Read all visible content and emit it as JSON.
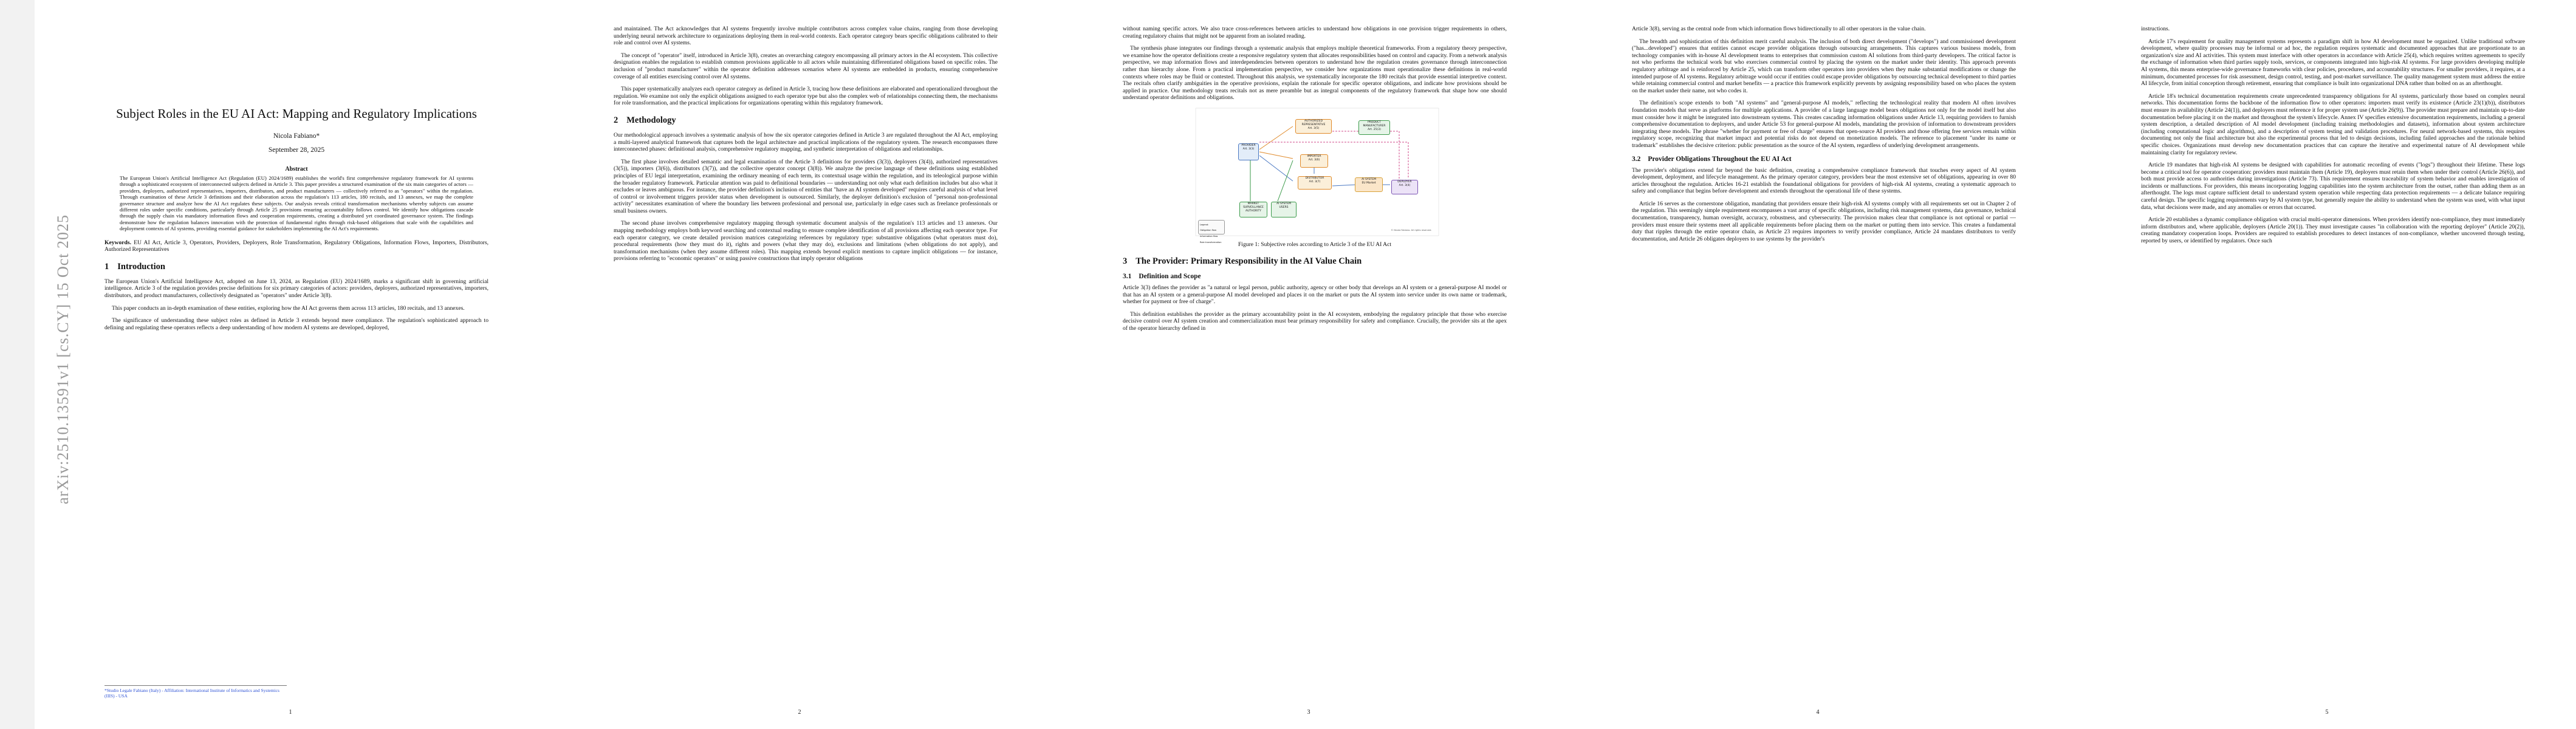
{
  "arxiv_stamp": "arXiv:2510.13591v1  [cs.CY]  15 Oct 2025",
  "page1": {
    "title": "Subject Roles in the EU AI Act: Mapping and Regulatory Implications",
    "author": "Nicola Fabiano*",
    "date": "September 28, 2025",
    "abstract_heading": "Abstract",
    "abstract": "The European Union's Artificial Intelligence Act (Regulation (EU) 2024/1689) establishes the world's first comprehensive regulatory framework for AI systems through a sophisticated ecosystem of interconnected subjects defined in Article 3. This paper provides a structured examination of the six main categories of actors — providers, deployers, authorized representatives, importers, distributors, and product manufacturers — collectively referred to as \"operators\" within the regulation. Through examination of these Article 3 definitions and their elaboration across the regulation's 113 articles, 180 recitals, and 13 annexes, we map the complete governance structure and analyze how the AI Act regulates these subjects. Our analysis reveals critical transformation mechanisms whereby subjects can assume different roles under specific conditions, particularly through Article 25 provisions ensuring accountability follows control. We identify how obligations cascade through the supply chain via mandatory information flows and cooperation requirements, creating a distributed yet coordinated governance system. The findings demonstrate how the regulation balances innovation with the protection of fundamental rights through risk-based obligations that scale with the capabilities and deployment contexts of AI systems, providing essential guidance for stakeholders implementing the AI Act's requirements.",
    "keywords_label": "Keywords.",
    "keywords": "EU AI Act, Article 3, Operators, Providers, Deployers, Role Transformation, Regulatory Obligations, Information Flows, Importers, Distributors, Authorized Representatives",
    "section_num": "1",
    "section_title": "Introduction",
    "paras": [
      "The European Union's Artificial Intelligence Act, adopted on June 13, 2024, as Regulation (EU) 2024/1689, marks a significant shift in governing artificial intelligence. Article 3 of the regulation provides precise definitions for six primary categories of actors: providers, deployers, authorized representatives, importers, distributors, and product manufacturers, collectively designated as \"operators\" under Article 3(8).",
      "This paper conducts an in-depth examination of these entities, exploring how the AI Act governs them across 113 articles, 180 recitals, and 13 annexes.",
      "The significance of understanding these subject roles as defined in Article 3 extends beyond mere compliance. The regulation's sophisticated approach to defining and regulating these operators reflects a deep understanding of how modern AI systems are developed, deployed,"
    ],
    "footnote": "*Studio Legale Fabiano (Italy) - Affiliation: International Institute of Informatics and Systemics (IIIS) - USA",
    "page_number": "1"
  },
  "page2": {
    "paras_top": [
      "and maintained. The Act acknowledges that AI systems frequently involve multiple contributors across complex value chains, ranging from those developing underlying neural network architecture to organizations deploying them in real-world contexts. Each operator category bears specific obligations calibrated to their role and control over AI systems.",
      "The concept of \"operator\" itself, introduced in Article 3(8), creates an overarching category encompassing all primary actors in the AI ecosystem. This collective designation enables the regulation to establish common provisions applicable to all actors while maintaining differentiated obligations based on specific roles. The inclusion of \"product manufacturer\" within the operator definition addresses scenarios where AI systems are embedded in products, ensuring comprehensive coverage of all entities exercising control over AI systems.",
      "This paper systematically analyzes each operator category as defined in Article 3, tracing how these definitions are elaborated and operationalized throughout the regulation. We examine not only the explicit obligations assigned to each operator type but also the complex web of relationships connecting them, the mechanisms for role transformation, and the practical implications for organizations operating within this regulatory framework."
    ],
    "section_num": "2",
    "section_title": "Methodology",
    "paras": [
      "Our methodological approach involves a systematic analysis of how the six operator categories defined in Article 3 are regulated throughout the AI Act, employing a multi-layered analytical framework that captures both the legal architecture and practical implications of the regulatory system. The research encompasses three interconnected phases: definitional analysis, comprehensive regulatory mapping, and synthetic interpretation of obligations and relationships.",
      "The first phase involves detailed semantic and legal examination of the Article 3 definitions for providers (3(3)), deployers (3(4)), authorized representatives (3(5)), importers (3(6)), distributors (3(7)), and the collective operator concept (3(8)). We analyze the precise language of these definitions using established principles of EU legal interpretation, examining the ordinary meaning of each term, its contextual usage within the regulation, and its teleological purpose within the broader regulatory framework. Particular attention was paid to definitional boundaries — understanding not only what each definition includes but also what it excludes or leaves ambiguous. For instance, the provider definition's inclusion of entities that \"have an AI system developed\" requires careful analysis of what level of control or involvement triggers provider status when development is outsourced. Similarly, the deployer definition's exclusion of \"personal non-professional activity\" necessitates examination of where the boundary lies between professional and personal use, particularly in edge cases such as freelance professionals or small business owners.",
      "The second phase involves comprehensive regulatory mapping through systematic document analysis of the regulation's 113 articles and 13 annexes. Our mapping methodology employs both keyword searching and contextual reading to ensure complete identification of all provisions affecting each operator type. For each operator category, we create detailed provision matrices categorizing references by regulatory type: substantive obligations (what operators must do), procedural requirements (how they must do it), rights and powers (what they may do), exclusions and limitations (when obligations do not apply), and transformation mechanisms (when they assume different roles). This mapping extends beyond explicit mentions to capture implicit obligations — for instance, provisions referring to \"economic operators\" or using passive constructions that imply operator obligations"
    ],
    "page_number": "2"
  },
  "page3": {
    "paras_top": [
      "without naming specific actors. We also trace cross-references between articles to understand how obligations in one provision trigger requirements in others, creating regulatory chains that might not be apparent from an isolated reading.",
      "The synthesis phase integrates our findings through a systematic analysis that employs multiple theoretical frameworks. From a regulatory theory perspective, we examine how the operator definitions create a responsive regulatory system that allocates responsibilities based on control and capacity. From a network analysis perspective, we map information flows and interdependencies between operators to understand how the regulation creates governance through interconnection rather than hierarchy alone. From a practical implementation perspective, we consider how organizations must operationalize these definitions in real-world contexts where roles may be fluid or contested. Throughout this analysis, we systematically incorporate the 180 recitals that provide essential interpretive context. The recitals often clarify ambiguities in the operative provisions, explain the rationale for specific operator obligations, and indicate how provisions should be applied in practice. Our methodology treats recitals not as mere preamble but as integral components of the regulatory framework that shape how one should understand operator definitions and obligations."
    ],
    "figure": {
      "nodes": [
        {
          "label": "PROVIDER\nArt. 3(3)"
        },
        {
          "label": "AUTHORIZED\nREPRESENTATIVE\nArt. 3(5)"
        },
        {
          "label": "IMPORTER\nArt. 3(6)"
        },
        {
          "label": "DISTRIBUTOR\nArt. 3(7)"
        },
        {
          "label": "DEPLOYER\nArt. 3(4)"
        },
        {
          "label": "PRODUCT\nMANUFACTURER\nArt. 25(3)"
        },
        {
          "label": "MARKET\nSURVEILLANCE\nAUTHORITY"
        },
        {
          "label": "AI SYSTEM\nUSERS"
        },
        {
          "label": "AI SYSTEM\nEU Market"
        }
      ],
      "legend": [
        "Legend:",
        "Obligation flow",
        "Information flow",
        "Role transformation"
      ],
      "credit": "© Nicola Fabiano. All rights reserved."
    },
    "caption": "Figure 1: Subjective roles according to Article 3 of the EU AI Act",
    "section_num": "3",
    "section_title": "The Provider: Primary Responsibility in the AI Value Chain",
    "subsection_num": "3.1",
    "subsection_title": "Definition and Scope",
    "paras": [
      "Article 3(3) defines the provider as \"a natural or legal person, public authority, agency or other body that develops an AI system or a general-purpose AI model or that has an AI system or a general-purpose AI model developed and places it on the market or puts the AI system into service under its own name or trademark, whether for payment or free of charge\".",
      "This definition establishes the provider as the primary accountability point in the AI ecosystem, embodying the regulatory principle that those who exercise decisive control over AI system creation and commercialization must bear primary responsibility for safety and compliance. Crucially, the provider sits at the apex of the operator hierarchy defined in"
    ],
    "page_number": "3"
  },
  "page4": {
    "paras_top": [
      "Article 3(8), serving as the central node from which information flows bidirectionally to all other operators in the value chain.",
      "The breadth and sophistication of this definition merit careful analysis. The inclusion of both direct development (\"develops\") and commissioned development (\"has...developed\") ensures that entities cannot escape provider obligations through outsourcing arrangements. This captures various business models, from technology companies with in-house AI development teams to enterprises that commission custom AI solutions from third-party developers. The critical factor is not who performs the technical work but who exercises commercial control by placing the system on the market under their identity. This approach prevents regulatory arbitrage and is reinforced by Article 25, which can transform other operators into providers when they make substantial modifications or change the intended purpose of AI systems. Regulatory arbitrage would occur if entities could escape provider obligations by outsourcing technical development to third parties while retaining commercial control and market benefits — a practice this framework explicitly prevents by assigning responsibility based on who places the system on the market under their name, not who codes it.",
      "The definition's scope extends to both \"AI systems\" and \"general-purpose AI models,\" reflecting the technological reality that modern AI often involves foundation models that serve as platforms for multiple applications. A provider of a large language model bears obligations not only for the model itself but also must consider how it might be integrated into downstream systems. This creates cascading information obligations under Article 13, requiring providers to furnish comprehensive documentation to deployers, and under Article 53 for general-purpose AI models, mandating the provision of information to downstream providers integrating these models. The phrase \"whether for payment or free of charge\" ensures that open-source AI providers and those offering free services remain within regulatory scope, recognizing that market impact and potential risks do not depend on monetization models. The reference to placement \"under its name or trademark\" establishes the decisive criterion: public presentation as the source of the AI system, regardless of underlying development arrangements."
    ],
    "subsection_num": "3.2",
    "subsection_title": "Provider Obligations Throughout the EU AI Act",
    "paras": [
      "The provider's obligations extend far beyond the basic definition, creating a comprehensive compliance framework that touches every aspect of AI system development, deployment, and lifecycle management. As the primary operator category, providers bear the most extensive set of obligations, appearing in over 80 articles throughout the regulation. Articles 16-21 establish the foundational obligations for providers of high-risk AI systems, creating a systematic approach to safety and compliance that begins before development and extends throughout the operational life of these systems.",
      "Article 16 serves as the cornerstone obligation, mandating that providers ensure their high-risk AI systems comply with all requirements set out in Chapter 2 of the regulation. This seemingly simple requirement encompasses a vast array of specific obligations, including risk management systems, data governance, technical documentation, transparency, human oversight, accuracy, robustness, and cybersecurity. The provision makes clear that compliance is not optional or partial — providers must ensure their systems meet all applicable requirements before placing them on the market or putting them into service. This creates a fundamental duty that ripples through the entire operator chain, as Article 23 requires importers to verify provider compliance, Article 24 mandates distributors to verify documentation, and Article 26 obligates deployers to use systems by the provider's"
    ],
    "page_number": "4"
  },
  "page5": {
    "paras_top": [
      "instructions.",
      "Article 17's requirement for quality management systems represents a paradigm shift in how AI development must be organized. Unlike traditional software development, where quality processes may be informal or ad hoc, the regulation requires systematic and documented approaches that are proportionate to an organization's size and AI activities. This system must interface with other operators in accordance with Article 25(4), which requires written agreements to specify the exchange of information when third parties supply tools, services, or components integrated into high-risk AI systems. For large providers developing multiple AI systems, this means enterprise-wide governance frameworks with clear policies, procedures, and accountability structures. For smaller providers, it requires, at a minimum, documented processes for risk assessment, design control, testing, and post-market surveillance. The quality management system must address the entire AI lifecycle, from initial conception through retirement, ensuring that compliance is built into organizational DNA rather than bolted on as an afterthought.",
      "Article 18's technical documentation requirements create unprecedented transparency obligations for AI systems, particularly those based on complex neural networks. This documentation forms the backbone of the information flow to other operators: importers must verify its existence (Article 23(1)(b)), distributors must ensure its availability (Article 24(1)), and deployers must reference it for proper system use (Article 26(9)). The provider must prepare and maintain up-to-date documentation before placing it on the market and throughout the system's lifecycle. Annex IV specifies extensive documentation requirements, including a general system description, a detailed description of AI model development (including training methodologies and datasets), information about system architecture (including computational logic and algorithms), and a description of system testing and validation procedures. For neural network-based systems, this requires documenting not only the final architecture but also the experimental process that led to design decisions, including failed approaches and the rationale behind specific choices. Organizations must develop new documentation practices that can capture the iterative and experimental nature of AI development while maintaining clarity for regulatory review.",
      "Article 19 mandates that high-risk AI systems be designed with capabilities for automatic recording of events (\"logs\") throughout their lifetime. These logs become a critical tool for operator cooperation: providers must maintain them (Article 19), deployers must retain them when under their control (Article 26(6)), and both must provide access to authorities during investigations (Article 73). This requirement ensures traceability of system behavior and enables investigation of incidents or malfunctions. For providers, this means incorporating logging capabilities into the system architecture from the outset, rather than adding them as an afterthought. The logs must capture sufficient detail to understand system operation while respecting data protection requirements — a delicate balance requiring careful design. The specific logging requirements vary by AI system type, but generally require the ability to understand when the system was used, with what input data, what decisions were made, and any anomalies or errors that occurred.",
      "Article 20 establishes a dynamic compliance obligation with crucial multi-operator dimensions. When providers identify non-compliance, they must immediately inform distributors and, where applicable, deployers (Article 20(1)). They must investigate causes \"in collaboration with the reporting deployer\" (Article 20(2)), creating mandatory cooperation loops. Providers are required to establish procedures to detect instances of non-compliance, whether uncovered through testing, reported by users, or identified by regulators. Once such"
    ],
    "page_number": "5"
  }
}
